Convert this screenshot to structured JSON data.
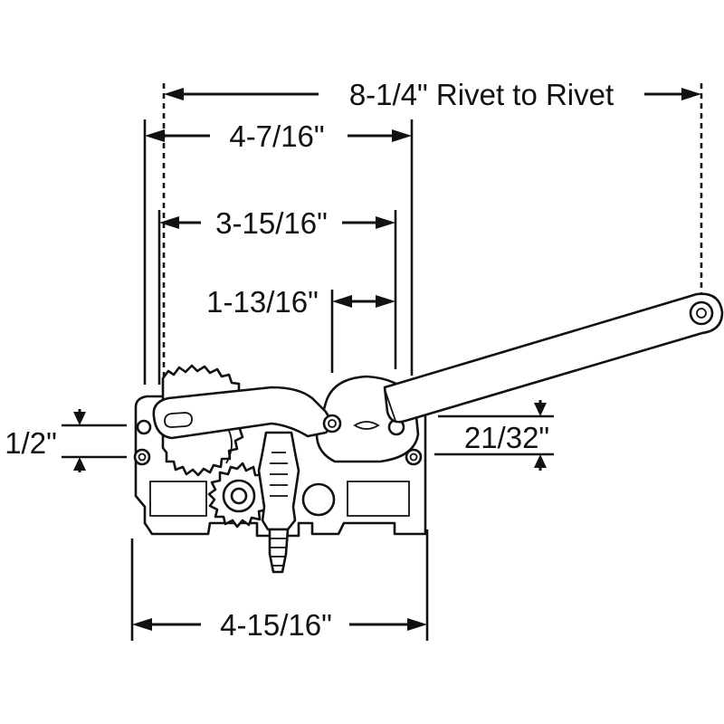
{
  "dimensions": {
    "rivet_to_rivet": "8-1/4\" Rivet to Rivet",
    "width_top": "4-7/16\"",
    "width_mid": "3-15/16\"",
    "width_small": "1-13/16\"",
    "height_left": "1/2\"",
    "height_right": "21/32\"",
    "width_bottom": "4-15/16\""
  }
}
